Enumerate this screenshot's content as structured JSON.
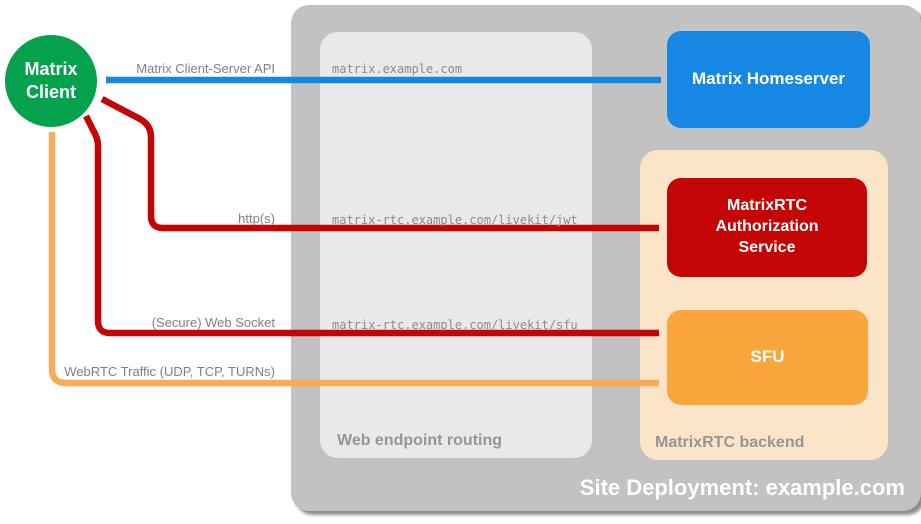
{
  "title": "MatrixRTC site deployment diagram",
  "colors": {
    "site_container": "#c2c2c2",
    "routing_box": "#e9e9e9",
    "backend_box": "#fce4c8",
    "client_green": "#05a24e",
    "homeserver_blue": "#1688e3",
    "auth_red": "#c40505",
    "sfu_orange": "#fba63c",
    "webrtc_arrow_orange": "#f7ac55",
    "label_gray": "#808080",
    "caption_gray": "#969696"
  },
  "nodes": {
    "client": {
      "label": "Matrix Client",
      "shape": "circle",
      "color": "#05a24e"
    },
    "homeserver": {
      "label": "Matrix Homeserver",
      "shape": "rounded-rect",
      "color": "#1688e3"
    },
    "auth": {
      "label": "MatrixRTC Authorization Service",
      "shape": "rounded-rect",
      "color": "#c40505"
    },
    "sfu": {
      "label": "SFU",
      "shape": "rounded-rect",
      "color": "#fba63c"
    }
  },
  "groups": {
    "site": {
      "caption": "Site Deployment: example.com"
    },
    "routing": {
      "caption": "Web endpoint routing",
      "urls": [
        "matrix.example.com",
        "matrix-rtc.example.com/livekit/jwt",
        "matrix-rtc.example.com/livekit/sfu"
      ]
    },
    "backend": {
      "caption": "MatrixRTC backend"
    }
  },
  "edges": [
    {
      "label": "Matrix Client-Server API",
      "from": "Matrix Client",
      "to": "Matrix Homeserver",
      "color": "#1688e3",
      "bidirectional": true,
      "via": "matrix.example.com"
    },
    {
      "label": "http(s)",
      "from": "Matrix Client",
      "to": "MatrixRTC Authorization Service",
      "color": "#c40505",
      "bidirectional": true,
      "via": "matrix-rtc.example.com/livekit/jwt"
    },
    {
      "label": "(Secure) Web Socket",
      "from": "Matrix Client",
      "to": "SFU",
      "color": "#c40505",
      "bidirectional": true,
      "via": "matrix-rtc.example.com/livekit/sfu"
    },
    {
      "label": "WebRTC Traffic (UDP, TCP, TURNs)",
      "from": "Matrix Client",
      "to": "SFU",
      "color": "#f7ac55",
      "bidirectional": true,
      "via": ""
    }
  ]
}
